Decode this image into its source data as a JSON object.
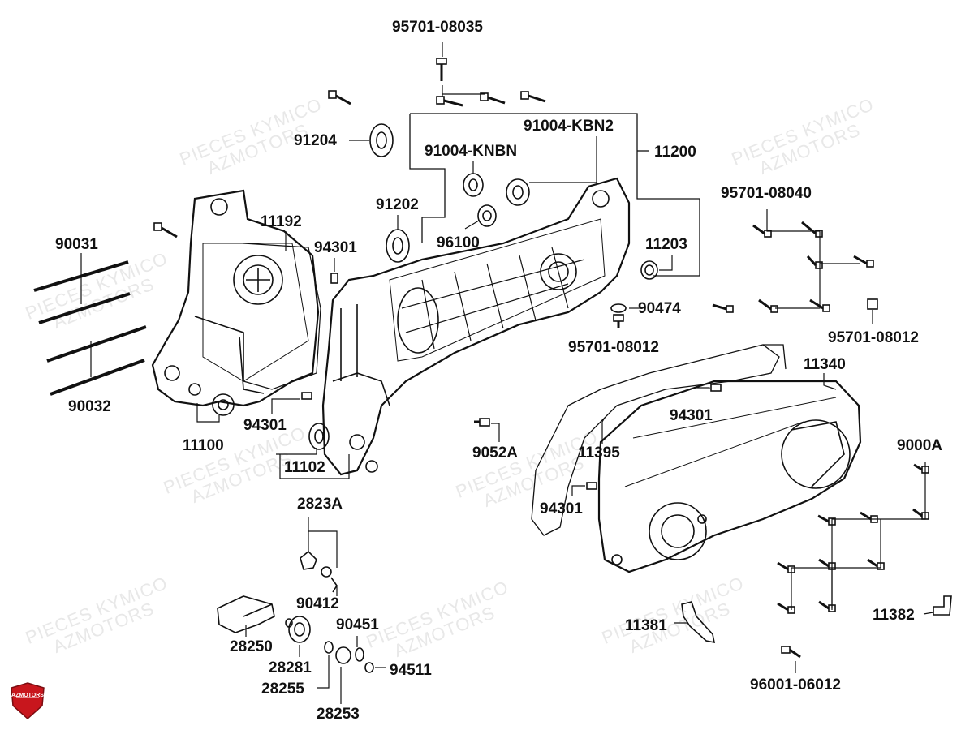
{
  "watermark": {
    "brand": "PIECES KYMICO",
    "site": "AZMOTORS"
  },
  "logo": {
    "text": "AZMOTORS"
  },
  "parts": {
    "p95701_08035": "95701-08035",
    "p91204": "91204",
    "p91004_kbn2": "91004-KBN2",
    "p91004_knbn": "91004-KNBN",
    "p11200": "11200",
    "p91202": "91202",
    "p11192": "11192",
    "p94301_a": "94301",
    "p96100": "96100",
    "p11203": "11203",
    "p95701_08040": "95701-08040",
    "p90031": "90031",
    "p90474": "90474",
    "p95701_08012_a": "95701-08012",
    "p95701_08012_b": "95701-08012",
    "p90032": "90032",
    "p11340": "11340",
    "p94301_b": "94301",
    "p94301_c": "94301",
    "p11100": "11100",
    "p9052a": "9052A",
    "p11395": "11395",
    "p9000a": "9000A",
    "p11102": "11102",
    "p2823a": "2823A",
    "p94301_d": "94301",
    "p90412": "90412",
    "p90451": "90451",
    "p11382": "11382",
    "p11381": "11381",
    "p28250": "28250",
    "p28281": "28281",
    "p94511": "94511",
    "p28255": "28255",
    "p96001_06012": "96001-06012",
    "p28253": "28253"
  }
}
